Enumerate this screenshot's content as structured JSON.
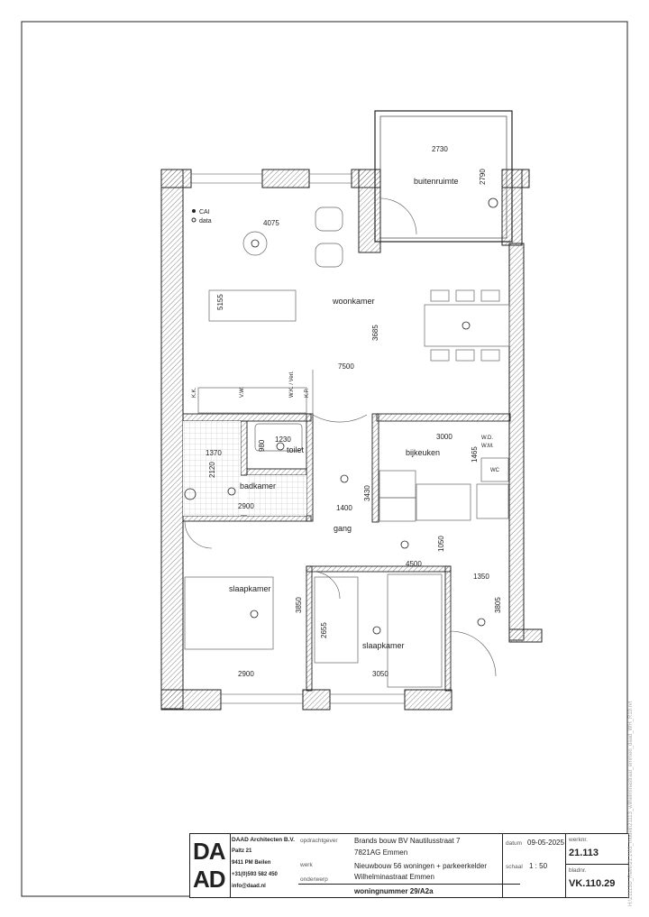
{
  "rooms": {
    "buitenruimte": "buitenruimte",
    "woonkamer": "woonkamer",
    "toilet": "toilet",
    "bijkeuken": "bijkeuken",
    "badkamer": "badkamer",
    "gang": "gang",
    "slaapkamer1": "slaapkamer",
    "slaapkamer2": "slaapkamer"
  },
  "dimensions": {
    "buiten_width": "2730",
    "buiten_depth": "2790",
    "woon_4075": "4075",
    "woon_5155": "5155",
    "woon_3685": "3685",
    "woon_7500": "7500",
    "toilet_1230": "1230",
    "toilet_980": "980",
    "bad_1370": "1370",
    "bad_2120": "2120",
    "bad_2900": "2900",
    "gang_3430": "3430",
    "gang_1400": "1400",
    "gang_1050": "1050",
    "gang_4500": "4500",
    "bijk_3000": "3000",
    "bijk_1465": "1465",
    "slaap1_3850": "3850",
    "slaap1_2900": "2900",
    "slaap2_2655": "2655",
    "slaap2_3050": "3050",
    "right_1350": "1350",
    "right_3805": "3805"
  },
  "annotations": {
    "cai": "CAI",
    "data": "data",
    "kk": "K.K.",
    "vw": "V.W.",
    "wk_verl": "W.K. / Verl.",
    "kp": "K.P.",
    "wd": "W.D.",
    "wm": "W.M.",
    "wc": "WC"
  },
  "titleblock": {
    "logo_top": "DA",
    "logo_bottom": "AD",
    "firm_name": "DAAD Architecten B.V.",
    "firm_street": "Paltz 21",
    "firm_city": "9411 PM Beilen",
    "firm_phone": "+31(0)593 582 450",
    "firm_email": "info@daad.nl",
    "label_opdrachtgever": "opdrachtgever",
    "label_werk": "werk",
    "label_onderwerp": "onderwerp",
    "client_line1": "Brands bouw BV Nautilusstraat 7",
    "client_line2": "7821AG  Emmen",
    "project_line1": "Nieuwbouw 56 woningen + parkeerkelder",
    "project_line2": "Wilhelminastraat Emmen",
    "subject": "woningnummer 29/A2a",
    "label_datum": "datum",
    "date": "09-05-2025",
    "label_schaal": "schaal",
    "scale": "1 : 50",
    "label_werknr": "werknr.",
    "werknr": "21.113",
    "label_bladnr": "bladnr.",
    "bladnr": "VK.110.29"
  },
  "side_text": "H:\\21113U_Revit\\21.1\\03_modeli\\21113_wilhelminastraat_emmen_daad_WH_R19.rvt"
}
